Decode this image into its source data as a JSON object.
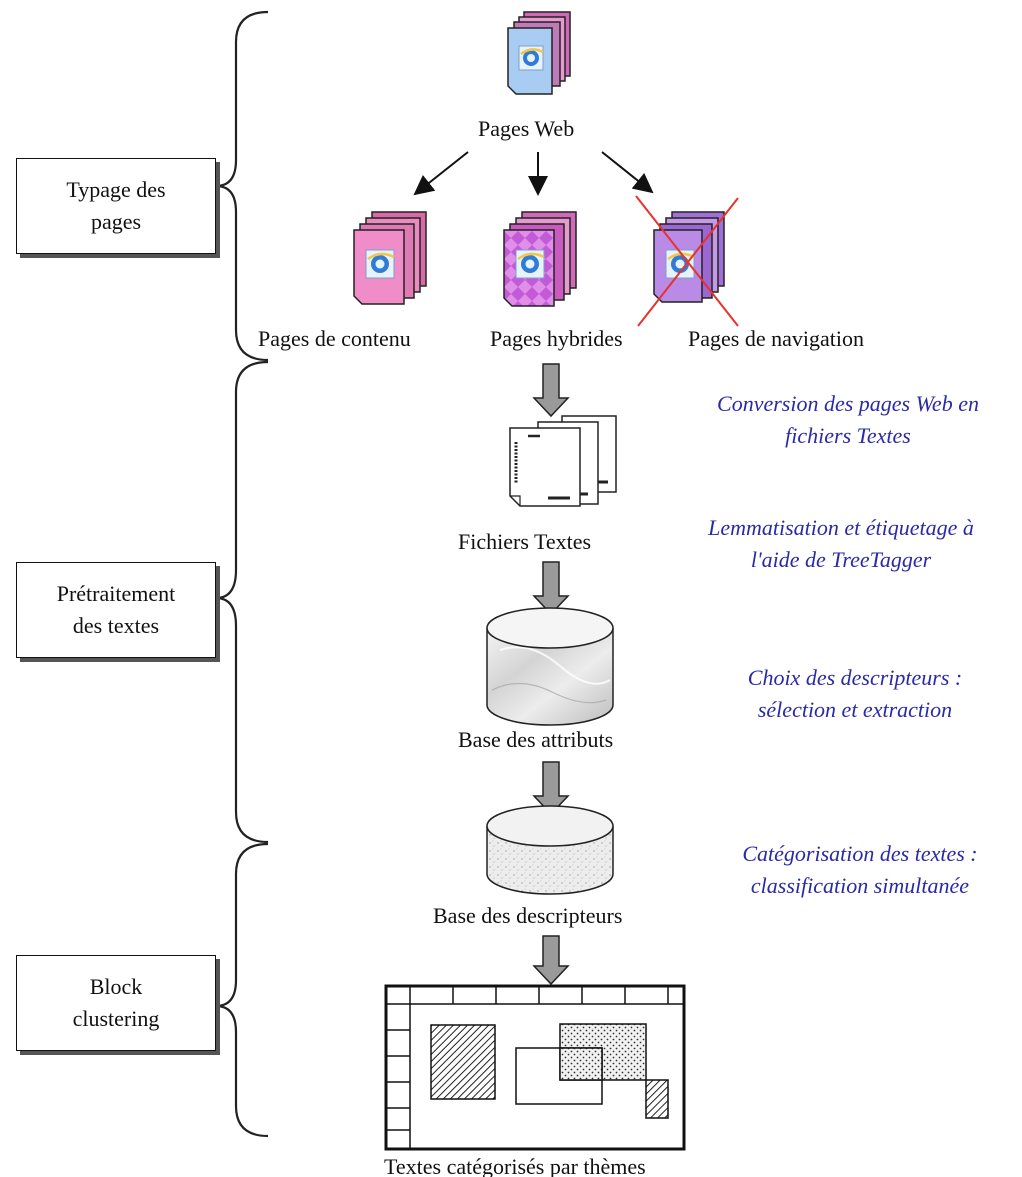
{
  "stages": {
    "typage": "Typage des\npages",
    "pretraitement": "Prétraitement\ndes textes",
    "clustering": "Block\nclustering"
  },
  "nodes": {
    "pages_web": "Pages Web",
    "pages_contenu": "Pages de contenu",
    "pages_hybrides": "Pages hybrides",
    "pages_navigation": "Pages de navigation",
    "fichiers_textes": "Fichiers Textes",
    "base_attributs": "Base des attributs",
    "base_descripteurs": "Base des descripteurs",
    "textes_categorises": "Textes catégorisés par thèmes"
  },
  "annotations": {
    "conversion": "Conversion des pages Web en\nfichiers Textes",
    "lemmatisation": "Lemmatisation et étiquetage à\nl'aide de TreeTagger",
    "choix": "Choix des descripteurs :\nsélection et extraction",
    "categorisation": "Catégorisation des textes :\nclassification simultanée"
  },
  "colors": {
    "annotation_text": "#2a2aa8",
    "web_page": "#a9cdf2",
    "content_page": "#f08cc8",
    "hybrid_page": "#c35ad8",
    "navigation_page": "#b98ae6",
    "cross": "#e8322c"
  },
  "icons": {
    "web": "internet-explorer-icon",
    "document": "text-document-icon",
    "database": "database-cylinder-icon"
  }
}
